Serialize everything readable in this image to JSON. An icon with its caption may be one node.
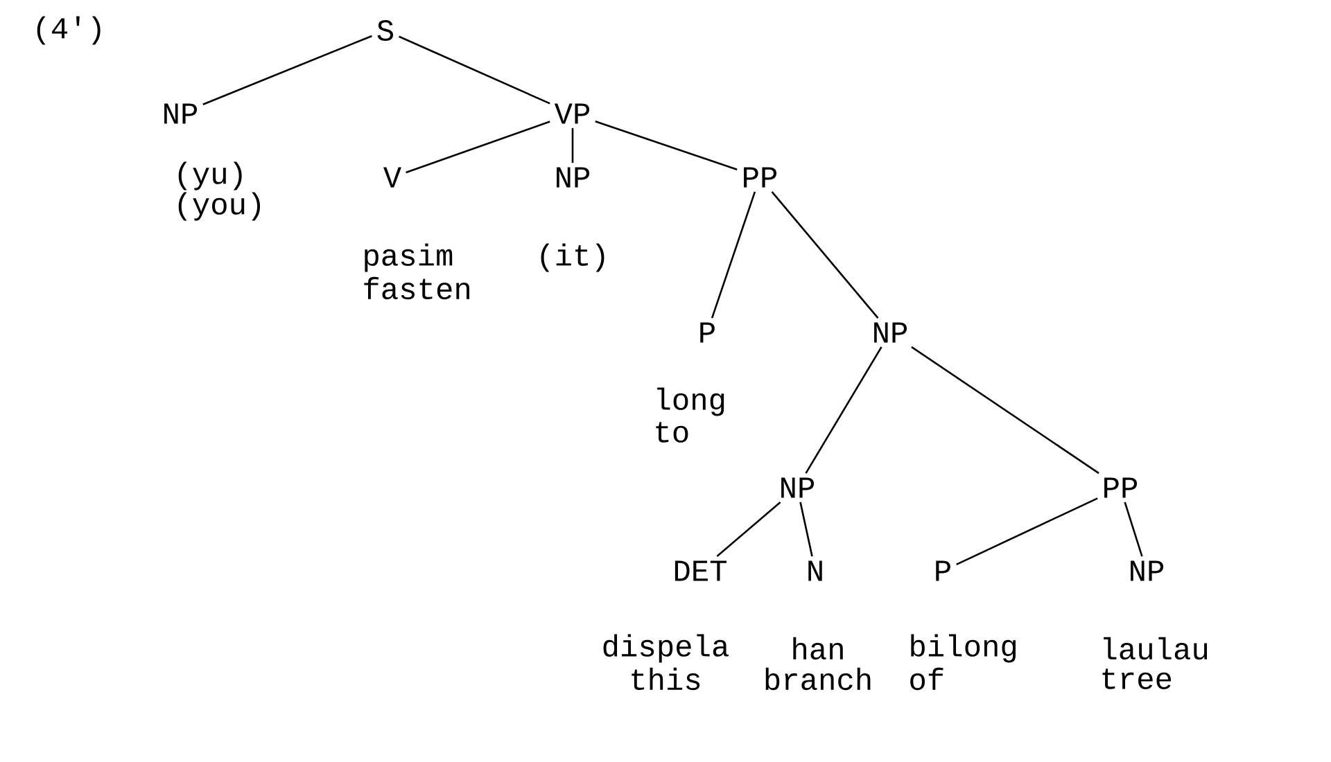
{
  "diagram": {
    "nodes": [
      {
        "text": [
          "S"
        ]
      },
      {
        "text": [
          "NP"
        ],
        "beside": [
          "(yu)",
          "(you)"
        ]
      },
      {
        "text": [
          "VP"
        ]
      },
      {
        "text": [
          "V"
        ],
        "beside": [
          "pasim",
          "fasten"
        ]
      },
      {
        "text": [
          "NP"
        ],
        "beside": [
          "(it)"
        ]
      },
      {
        "text": [
          "PP"
        ]
      },
      {
        "text": [
          "P"
        ],
        "beside": [
          "long",
          "to"
        ]
      },
      {
        "text": [
          "NP"
        ]
      },
      {
        "text": [
          "NP"
        ]
      },
      {
        "text": [
          "PP"
        ]
      },
      {
        "text": [
          "DET"
        ],
        "beside": [
          "dispela",
          "this"
        ]
      },
      {
        "text": [
          "N"
        ],
        "beside": [
          "han",
          "branch"
        ]
      },
      {
        "text": [
          "P"
        ],
        "beside": [
          "bilong",
          "of"
        ]
      },
      {
        "text": [
          "NP"
        ],
        "beside": [
          "laulau",
          "tree"
        ]
      }
    ],
    "edges": [
      {
        "from": 0,
        "to": 1,
        "arrow": "none"
      },
      {
        "from": 0,
        "to": 2,
        "arrow": "none"
      },
      {
        "from": 2,
        "to": 3,
        "arrow": "none"
      },
      {
        "from": 2,
        "to": 4,
        "arrow": "none"
      },
      {
        "from": 2,
        "to": 5,
        "arrow": "none"
      },
      {
        "from": 5,
        "to": 6,
        "arrow": "none"
      },
      {
        "from": 5,
        "to": 7,
        "arrow": "none"
      },
      {
        "from": 7,
        "to": 8,
        "arrow": "none"
      },
      {
        "from": 7,
        "to": 9,
        "arrow": "none"
      },
      {
        "from": 8,
        "to": 10,
        "arrow": "none"
      },
      {
        "from": 8,
        "to": 11,
        "arrow": "none"
      },
      {
        "from": 9,
        "to": 12,
        "arrow": "none"
      },
      {
        "from": 9,
        "to": 13,
        "arrow": "none"
      }
    ],
    "labels": [
      "(4')"
    ]
  }
}
